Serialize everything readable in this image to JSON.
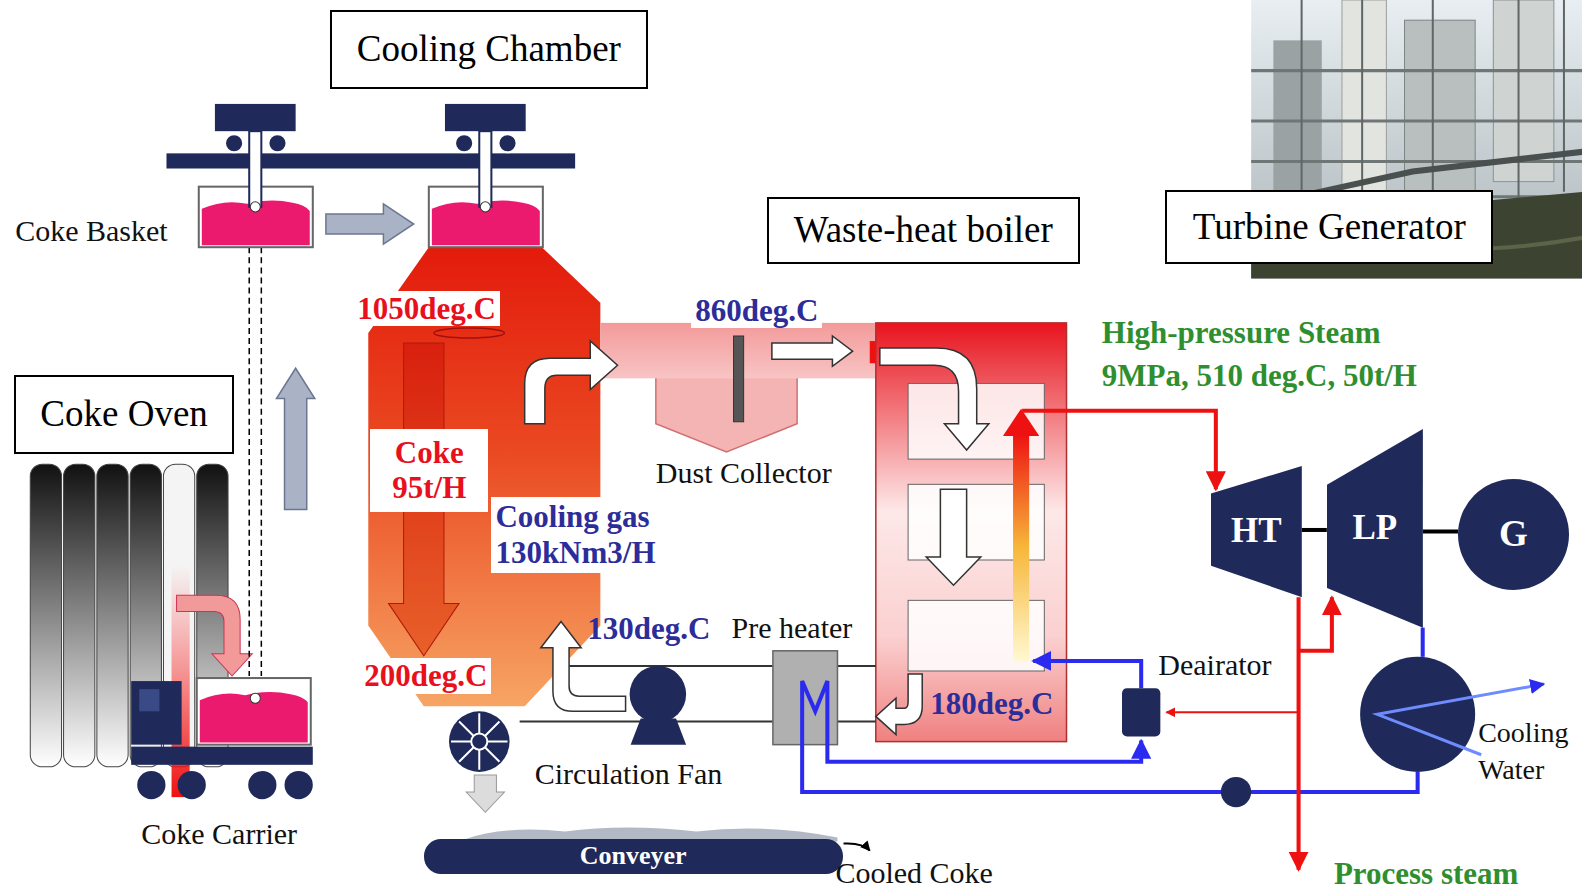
{
  "diagram": {
    "nodes": [
      {
        "text": [
          "Cooling Chamber"
        ]
      },
      {
        "text": [
          "Turbine Generator"
        ]
      },
      {
        "text": [
          "Waste-heat boiler"
        ]
      },
      {
        "text": [
          "Coke Oven"
        ]
      },
      {
        "text": [
          "HT"
        ]
      },
      {
        "text": [
          "LP"
        ]
      },
      {
        "text": [
          "G"
        ]
      },
      {
        "text": [
          "Conveyer"
        ]
      }
    ],
    "edges": [
      {
        "from": 4,
        "to": 5,
        "arrow": "none"
      },
      {
        "from": 5,
        "to": 6,
        "arrow": "none"
      }
    ],
    "labels": [
      "Coke Basket",
      "1050deg.C",
      "860deg.C",
      "High-pressure Steam",
      "9MPa, 510 deg.C, 50t/H",
      "Coke 95t/H",
      "Dust Collector",
      "Cooling gas 130kNm3/H",
      "130deg.C",
      "Pre heater",
      "Deairator",
      "200deg.C",
      "180deg.C",
      "Circulation Fan",
      "Cooling Water",
      "Coke Carrier",
      "Cooled Coke",
      "Process steam"
    ]
  }
}
